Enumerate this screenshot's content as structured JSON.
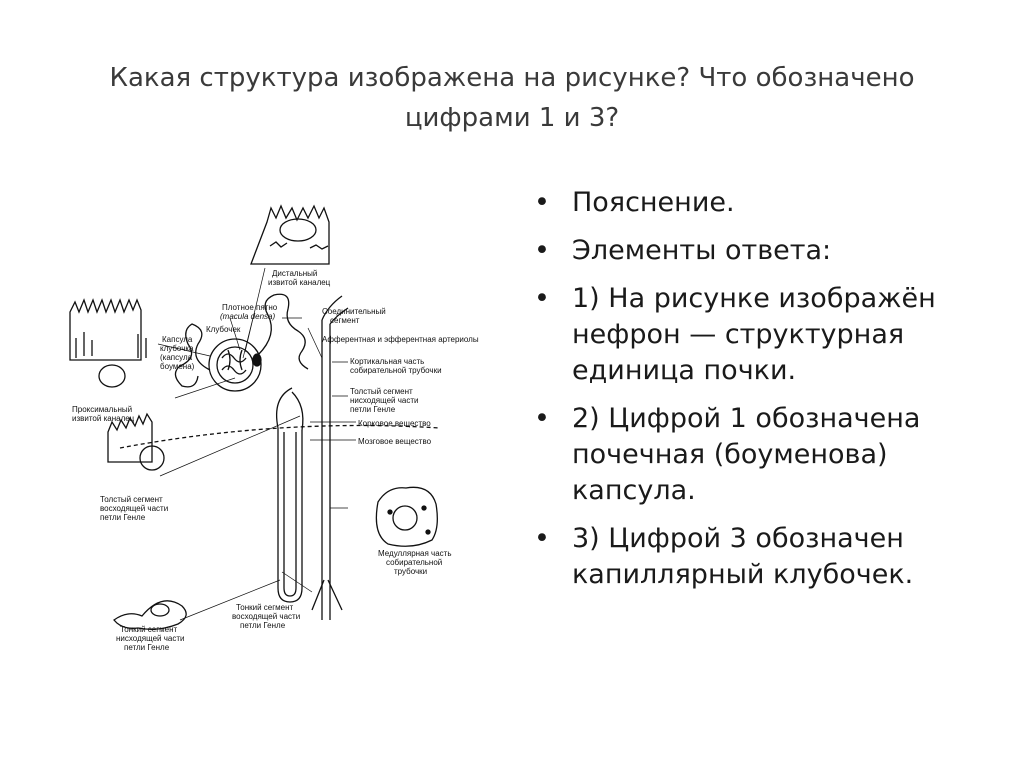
{
  "slide": {
    "title_line1": "Какая структура изображена на рисунке? Что обозначено",
    "title_line2": "цифрами 1 и 3?"
  },
  "figure": {
    "labels": {
      "distal": [
        "Дистальный",
        "извитой каналец"
      ],
      "macula": [
        "Плотное пятно",
        "(macula densa)"
      ],
      "connective": [
        "Соединительный",
        "сегмент"
      ],
      "glomerulus": "Клубочек",
      "arterioles": "Афферентная и эфферентная артериолы",
      "capsule": [
        "Капсула",
        "клубочка",
        "(капсула",
        "боумена)"
      ],
      "cortical_duct": [
        "Кортикальная часть",
        "собирательной трубочки"
      ],
      "proximal": [
        "Проксимальный",
        "извитой каналец"
      ],
      "thick_desc": [
        "Толстый сегмент",
        "нисходящей части",
        "петли Генле"
      ],
      "cortex": "Корковое вещество",
      "medulla": "Мозговое вещество",
      "thick_asc": [
        "Толстый сегмент",
        "восходящей части",
        "петли Генле"
      ],
      "medullary_duct": [
        "Медуллярная часть",
        "собирательной",
        "трубочки"
      ],
      "thin_asc": [
        "Тонкий сегмент",
        "восходящей части",
        "петли Генле"
      ],
      "thin_desc": [
        "Тонкий сегмент",
        "нисходящей части",
        "петли Генле"
      ]
    }
  },
  "bullets": [
    {
      "marker": "•",
      "text": "Пояснение."
    },
    {
      "marker": "•",
      "text": "Элементы ответа:"
    },
    {
      "marker": "•",
      "text": "1) На рисунке изображён нефрон — структурная единица почки."
    },
    {
      "marker": "•",
      "text": "2) Цифрой 1 обозначена почечная (боуменова) капсула."
    },
    {
      "marker": "•",
      "text": "3) Цифрой 3 обозначен капиллярный клубочек."
    }
  ]
}
